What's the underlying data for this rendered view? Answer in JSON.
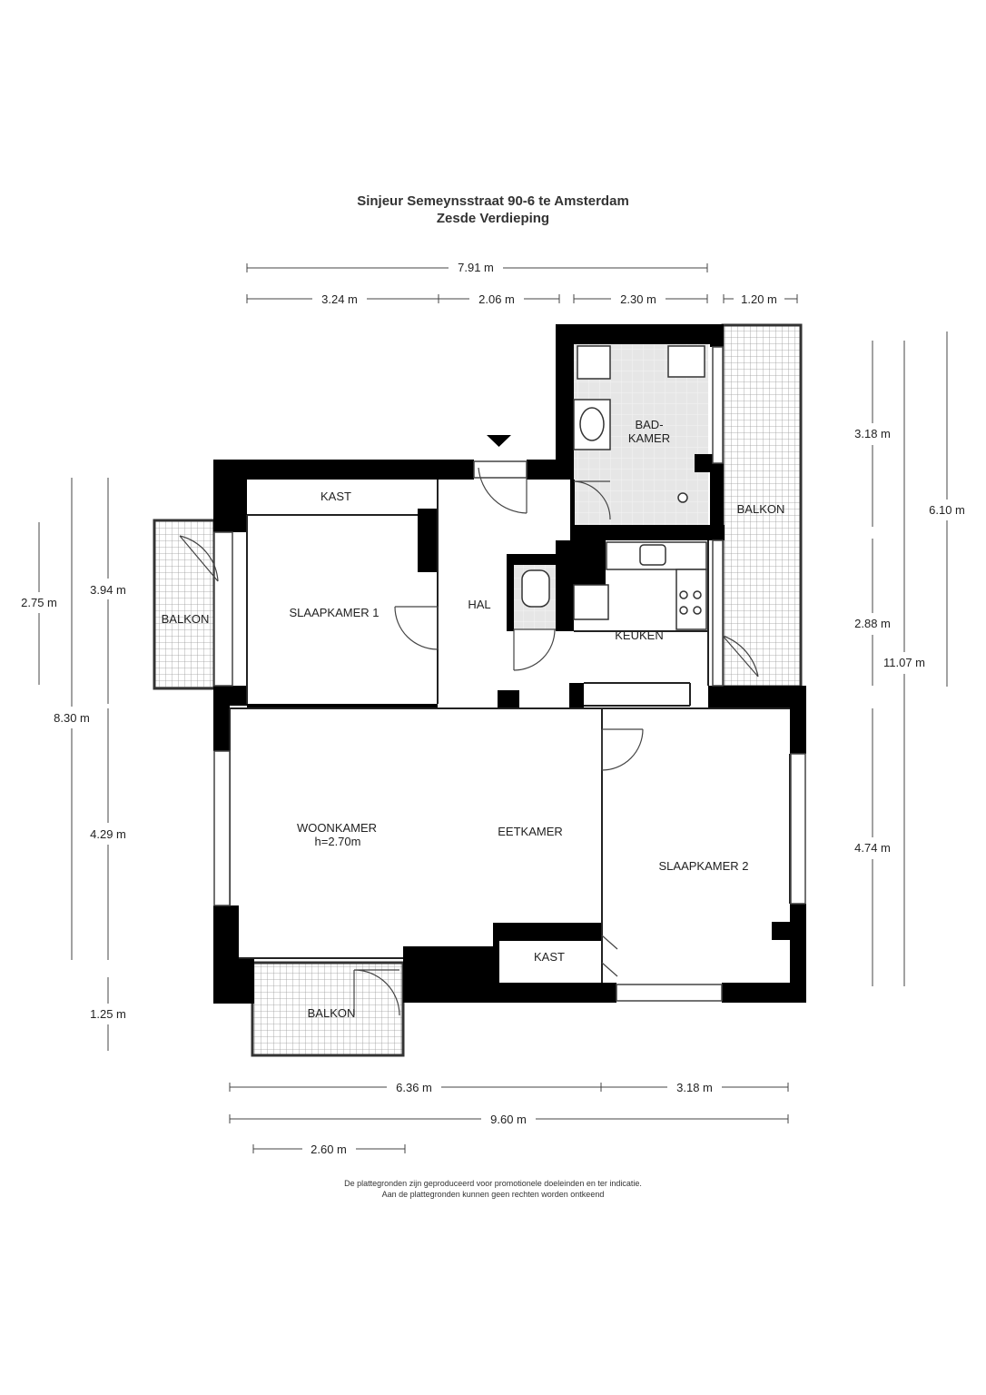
{
  "title": {
    "line1": "Sinjeur Semeynsstraat 90-6  te Amsterdam",
    "line2": "Zesde Verdieping"
  },
  "rooms": {
    "kast_top": "KAST",
    "slaapkamer1": "SLAAPKAMER  1",
    "hal": "HAL",
    "badkamer_1": "BAD-",
    "badkamer_2": "KAMER",
    "keuken": "KEUKEN",
    "balkon_left": "BALKON",
    "balkon_right": "BALKON",
    "balkon_bottom": "BALKON",
    "woonkamer": "WOONKAMER",
    "woonkamer_height": "h=2.70m",
    "eetkamer": "EETKAMER",
    "slaapkamer2": "SLAAPKAMER  2",
    "kast_bottom": "KAST"
  },
  "dimensions": {
    "top_total": "7.91 m",
    "top_1": "3.24 m",
    "top_2": "2.06 m",
    "top_3": "2.30 m",
    "top_4": "1.20 m",
    "left_a": "2.75 m",
    "left_b": "3.94 m",
    "left_total": "8.30 m",
    "left_c": "4.29 m",
    "left_d": "1.25 m",
    "right_a": "3.18 m",
    "right_b": "6.10 m",
    "right_c": "2.88 m",
    "right_total": "11.07 m",
    "right_d": "4.74 m",
    "bottom_1": "6.36 m",
    "bottom_2": "3.18 m",
    "bottom_total": "9.60 m",
    "bottom_balkon": "2.60 m"
  },
  "footer": {
    "line1": "De plattegronden zijn geproduceerd voor promotionele doeleinden en ter indicatie.",
    "line2": "Aan de plattegronden kunnen geen rechten worden ontkeend"
  },
  "colors": {
    "wall": "#000000",
    "tile": "#e4e4e4",
    "balcony_grid": "#9a9a9a"
  }
}
